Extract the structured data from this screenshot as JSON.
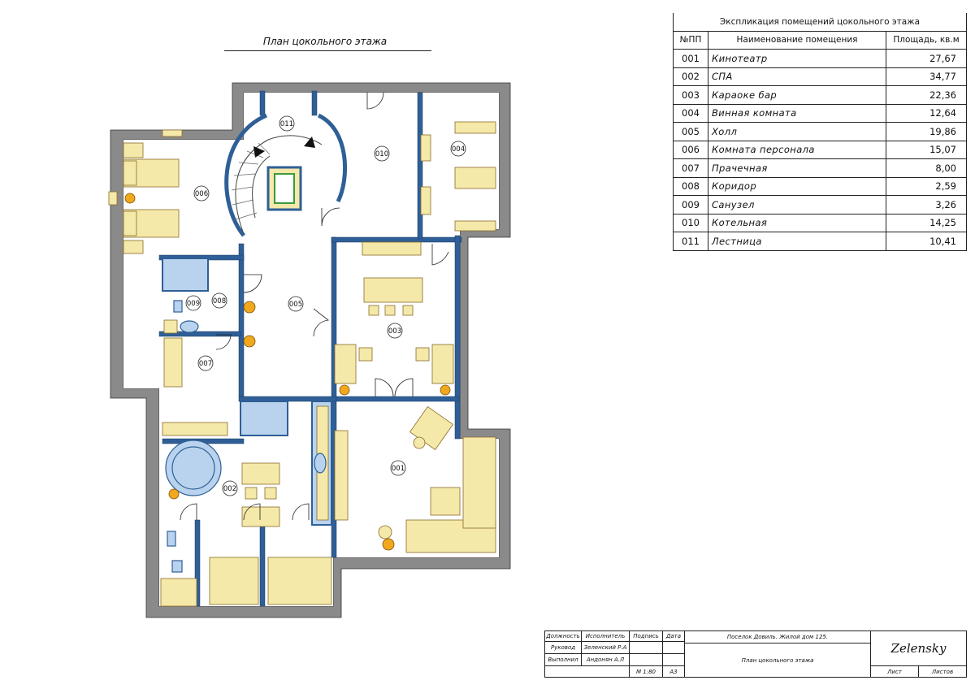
{
  "plan": {
    "title": "План цокольного этажа",
    "rooms": [
      {
        "id": "001",
        "label": "001"
      },
      {
        "id": "002",
        "label": "002"
      },
      {
        "id": "003",
        "label": "003"
      },
      {
        "id": "004",
        "label": "004"
      },
      {
        "id": "005",
        "label": "005"
      },
      {
        "id": "006",
        "label": "006"
      },
      {
        "id": "007",
        "label": "007"
      },
      {
        "id": "008",
        "label": "008"
      },
      {
        "id": "009",
        "label": "009"
      },
      {
        "id": "010",
        "label": "010"
      },
      {
        "id": "011",
        "label": "011"
      }
    ]
  },
  "explication": {
    "caption": "Экспликация помещений цокольного этажа",
    "headers": {
      "num": "№ПП",
      "name": "Наименование помещения",
      "area": "Площадь, кв.м"
    },
    "rows": [
      {
        "num": "001",
        "name": "Кинотеатр",
        "area": "27,67"
      },
      {
        "num": "002",
        "name": "СПА",
        "area": "34,77"
      },
      {
        "num": "003",
        "name": "Караоке бар",
        "area": "22,36"
      },
      {
        "num": "004",
        "name": "Винная комната",
        "area": "12,64"
      },
      {
        "num": "005",
        "name": "Холл",
        "area": "19,86"
      },
      {
        "num": "006",
        "name": "Комната персонала",
        "area": "15,07"
      },
      {
        "num": "007",
        "name": "Прачечная",
        "area": "8,00"
      },
      {
        "num": "008",
        "name": "Коридор",
        "area": "2,59"
      },
      {
        "num": "009",
        "name": "Санузел",
        "area": "3,26"
      },
      {
        "num": "010",
        "name": "Котельная",
        "area": "14,25"
      },
      {
        "num": "011",
        "name": "Лестница",
        "area": "10,41"
      }
    ]
  },
  "title_block": {
    "h_position": "Должность",
    "h_executor": "Исполнитель",
    "h_signature": "Подпись",
    "h_date": "Дата",
    "role1": "Руковод",
    "name1": "Зеленский Р.А",
    "role2": "Выполнил",
    "name2": "Андонян А.Л",
    "scale": "М 1:80",
    "format": "А3",
    "project": "Поселок Довиль. Жилой дом 125.",
    "sheet_title": "План цокольного этажа",
    "logo": "Zelensky",
    "sheet": "Лист",
    "sheets": "Листов"
  },
  "colors": {
    "wall": "#8a8a8a",
    "partition": "#2f5f96",
    "furniture": "#f4e9a8",
    "furniture_stroke": "#8a6b2b",
    "plumbing": "#b9d3ee",
    "lamp": "#f2a81c"
  }
}
